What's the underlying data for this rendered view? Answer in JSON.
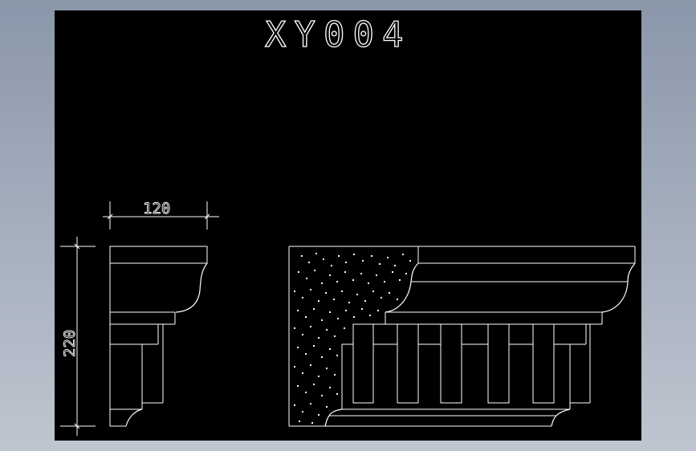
{
  "drawing": {
    "title": "XY004",
    "background_color": "#000000",
    "line_color": "#ffffff",
    "frame_gradient": [
      "#8a97aa",
      "#bfc5d0"
    ]
  },
  "side_profile": {
    "width_dimension": "120",
    "height_dimension": "220"
  },
  "front_elevation": {
    "dentil_count": 5,
    "hatch": "stone-speckle"
  }
}
